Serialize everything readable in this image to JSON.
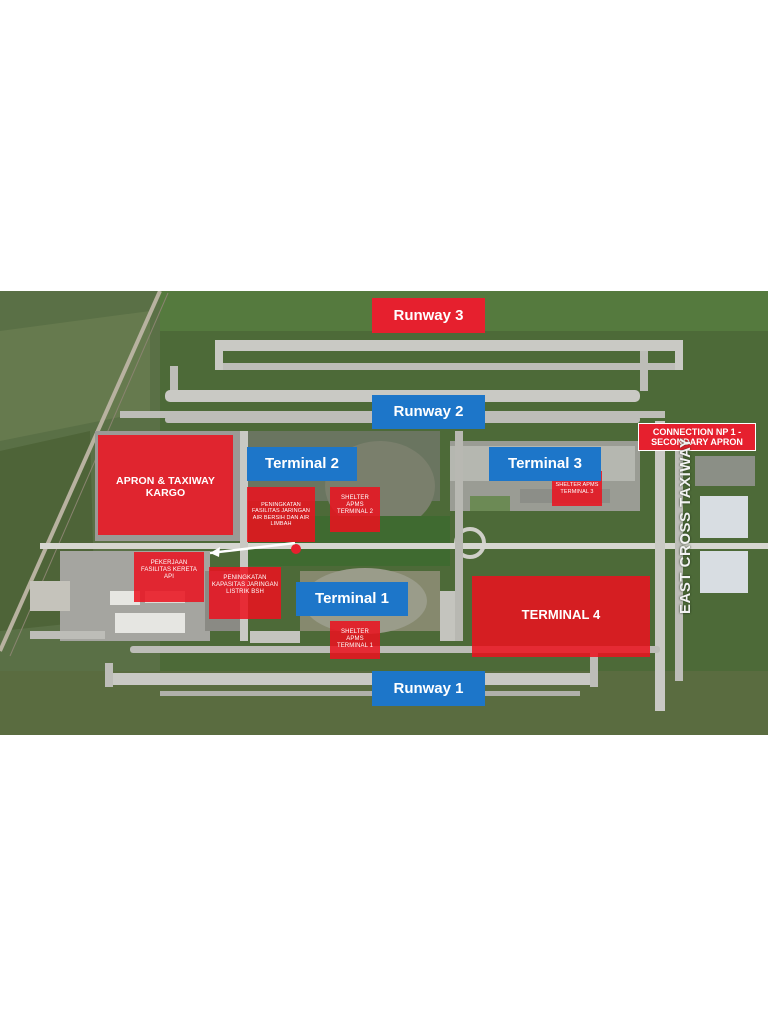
{
  "runways": {
    "runway_3": "Runway 3",
    "runway_2": "Runway 2",
    "runway_1": "Runway 1"
  },
  "terminals": {
    "terminal_1": "Terminal 1",
    "terminal_2": "Terminal 2",
    "terminal_3": "Terminal 3"
  },
  "zones": {
    "apron_taxiway_kargo": "APRON & TAXIWAY KARGO",
    "terminal_4": "TERMINAL 4",
    "peningkatan_air": "PENINGKATAN FASILITAS JARINGAN AIR BERSIH DAN AIR LIMBAH",
    "shelter_apms_2": "SHELTER APMS TERMINAL 2",
    "shelter_apms_3": "SHELTER APMS TERMINAL 3",
    "shelter_apms_1": "SHELTER APMS TERMINAL 1",
    "pekerjaan_kereta": "PEKERJAAN FASILITAS KERETA API",
    "peningkatan_listrik": "PENINGKATAN KAPASITAS JARINGAN LISTRIK BSH",
    "connection": "CONNECTION NP 1 - SECONDARY APRON"
  },
  "taxiway_label": "EAST CROSS TAXIWAY",
  "colors": {
    "label_blue": "#1d76c9",
    "label_red": "#e6202e",
    "zone_red": "#eb121e",
    "grass": "#4f6a3a",
    "pavement": "#c9c9c4"
  }
}
